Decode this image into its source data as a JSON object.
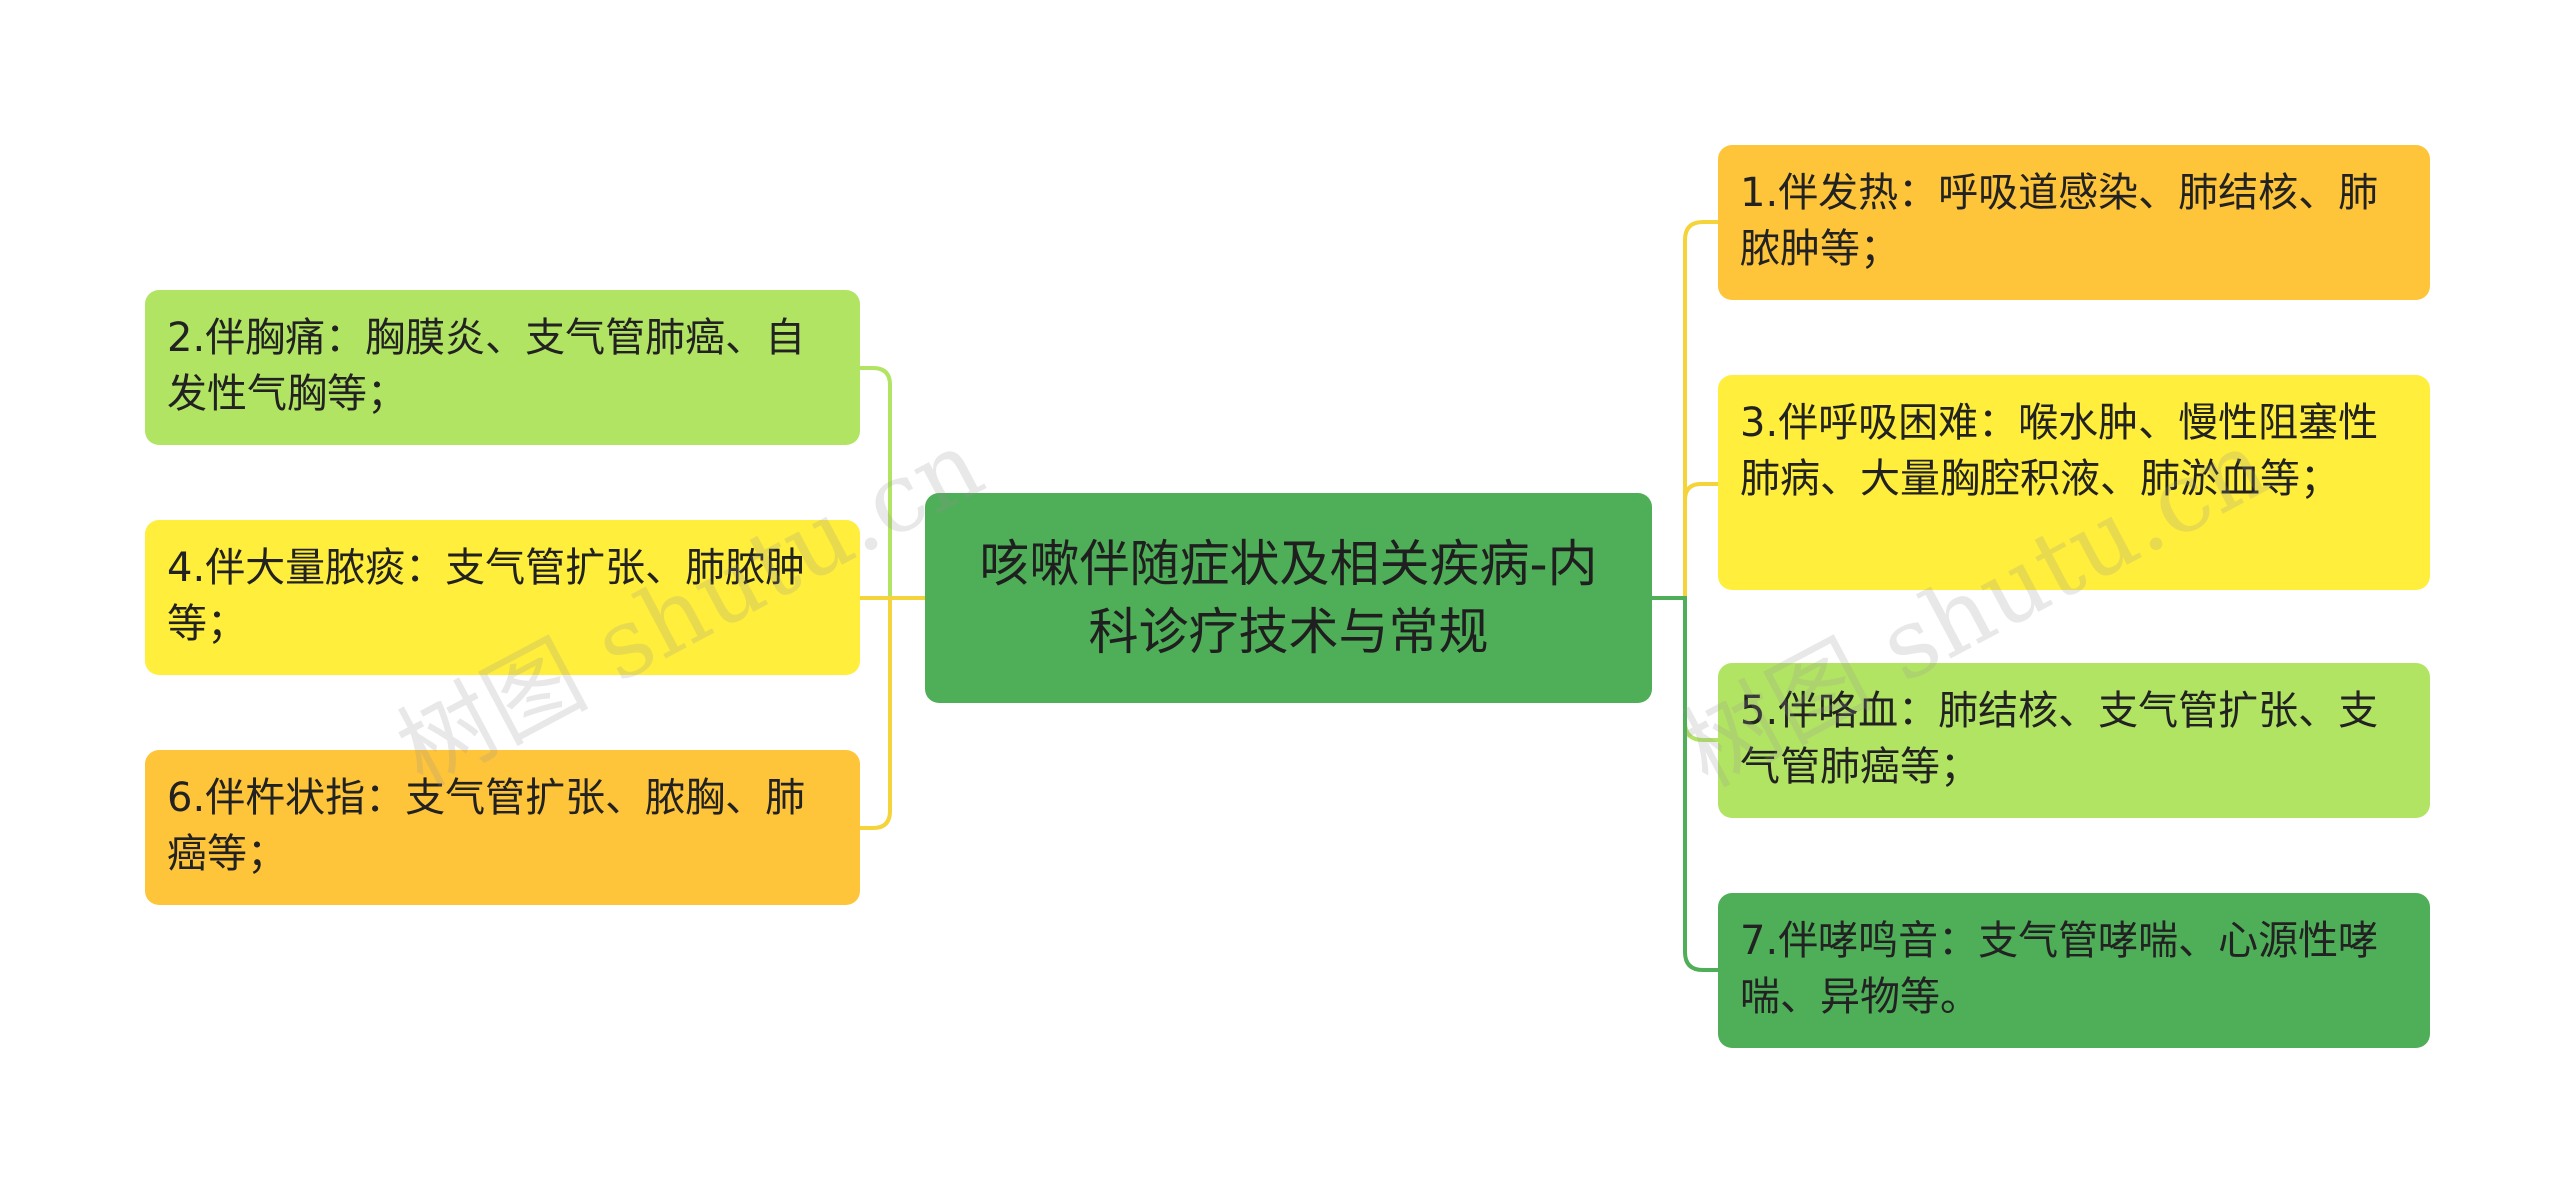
{
  "colors": {
    "green_dark": "#4fae58",
    "green_light": "#b2e463",
    "yellow": "#ffee3b",
    "orange": "#ffc53a",
    "line_green": "#4fae58",
    "line_light_green": "#b2e463",
    "line_yellow": "#f5d33a"
  },
  "center": {
    "text": "咳嗽伴随症状及相关疾病-内科诊疗技术与常规"
  },
  "left_nodes": [
    {
      "text": "2.伴胸痛：胸膜炎、支气管肺癌、自发性气胸等；",
      "color": "#b2e463"
    },
    {
      "text": "4.伴大量脓痰：支气管扩张、肺脓肿等；",
      "color": "#ffee3b"
    },
    {
      "text": "6.伴杵状指：支气管扩张、脓胸、肺癌等；",
      "color": "#ffc53a"
    }
  ],
  "right_nodes": [
    {
      "text": "1.伴发热：呼吸道感染、肺结核、肺脓肿等；",
      "color": "#ffc53a"
    },
    {
      "text": "3.伴呼吸困难：喉水肿、慢性阻塞性肺病、大量胸腔积液、肺淤血等；",
      "color": "#ffee3b"
    },
    {
      "text": "5.伴咯血：肺结核、支气管扩张、支气管肺癌等；",
      "color": "#b2e463"
    },
    {
      "text": "7.伴哮鸣音：支气管哮喘、心源性哮喘、异物等。",
      "color": "#4fae58"
    }
  ],
  "watermarks": [
    {
      "text": "树图 shutu.cn"
    },
    {
      "text": "树图 shutu.cn"
    }
  ]
}
